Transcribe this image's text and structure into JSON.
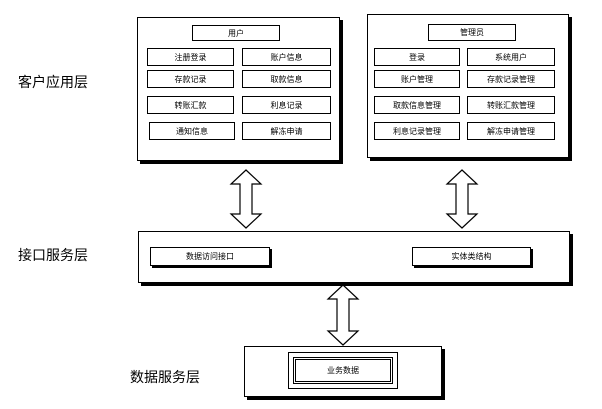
{
  "layers": {
    "client": "客户应用层",
    "interface": "接口服务层",
    "data": "数据服务层"
  },
  "user_panel": {
    "title": "用户",
    "items": [
      "注册登录",
      "账户信息",
      "存款记录",
      "取款信息",
      "转账汇款",
      "利息记录",
      "通知信息",
      "解冻申请"
    ]
  },
  "admin_panel": {
    "title": "管理员",
    "items": [
      "登录",
      "系统用户",
      "账户管理",
      "存款记录管理",
      "取款信息管理",
      "转账汇款管理",
      "利息记录管理",
      "解冻申请管理"
    ]
  },
  "interface_panel": {
    "items": [
      "数据访问接口",
      "实体类结构"
    ]
  },
  "data_panel": {
    "label": "业务数据"
  }
}
